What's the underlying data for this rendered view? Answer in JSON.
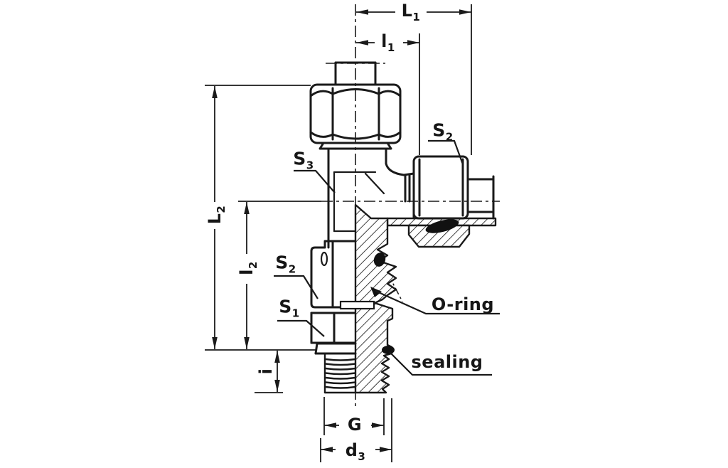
{
  "drawing": {
    "background": "#ffffff",
    "ink": "#1a1a1a",
    "dimensions": {
      "L1": {
        "base": "L",
        "sub": "1"
      },
      "l1": {
        "base": "l",
        "sub": "1"
      },
      "L2": {
        "base": "L",
        "sub": "2"
      },
      "l2": {
        "base": "l",
        "sub": "2"
      },
      "i": {
        "base": "i",
        "sub": ""
      },
      "G": {
        "base": "G",
        "sub": ""
      },
      "d3": {
        "base": "d",
        "sub": "3"
      }
    },
    "callouts": {
      "S3": {
        "base": "S",
        "sub": "3"
      },
      "S2_side": {
        "base": "S",
        "sub": "2"
      },
      "S2_lower": {
        "base": "S",
        "sub": "2"
      },
      "S1": {
        "base": "S",
        "sub": "1"
      },
      "o_ring": "O-ring",
      "sealing": "sealing"
    }
  }
}
